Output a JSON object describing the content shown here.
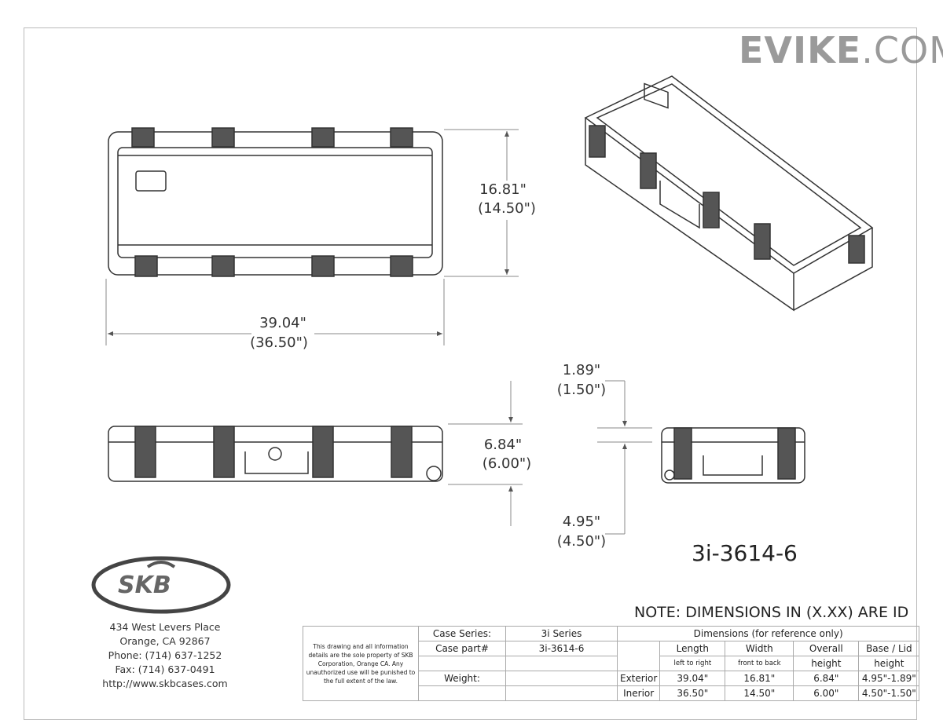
{
  "dimensions": {
    "top_width": "16.81\"",
    "top_width_id": "(14.50\")",
    "length": "39.04\"",
    "length_id": "(36.50\")",
    "overall_height": "6.84\"",
    "overall_height_id": "(6.00\")",
    "lid_height": "1.89\"",
    "lid_height_id": "(1.50\")",
    "base_height": "4.95\"",
    "base_height_id": "(4.50\")"
  },
  "part_number": "3i-3614-6",
  "note": "NOTE: DIMENSIONS IN (X.XX) ARE ID",
  "logo_text": "SKB",
  "address": [
    "434 West Levers Place",
    "Orange, CA  92867",
    "Phone: (714) 637-1252",
    "Fax: (714) 637-0491",
    "http://www.skbcases.com"
  ],
  "title_block": {
    "disclaimer": "This drawing and all information details are the sole property of SKB Corporation, Orange CA. Any unauthorized use will be punished to the full extent of the law.",
    "case_series_label": "Case Series:",
    "case_series": "3i Series",
    "case_part_label": "Case part#",
    "case_part": "3i-3614-6",
    "weight_label": "Weight:",
    "dims_header": "Dimensions (for reference only)",
    "columns": [
      {
        "h": "Length",
        "sub": "left to right"
      },
      {
        "h": "Width",
        "sub": "front to back"
      },
      {
        "h": "Overall",
        "sub": "height"
      },
      {
        "h": "Base / Lid",
        "sub": "height"
      }
    ],
    "rows": [
      {
        "label": "Exterior",
        "values": [
          "39.04\"",
          "16.81\"",
          "6.84\"",
          "4.95\"-1.89\""
        ]
      },
      {
        "label": "Inerior",
        "values": [
          "36.50\"",
          "14.50\"",
          "6.00\"",
          "4.50\"-1.50\""
        ]
      }
    ]
  },
  "watermark": {
    "a": "EVIKE",
    "b": ".COM"
  }
}
